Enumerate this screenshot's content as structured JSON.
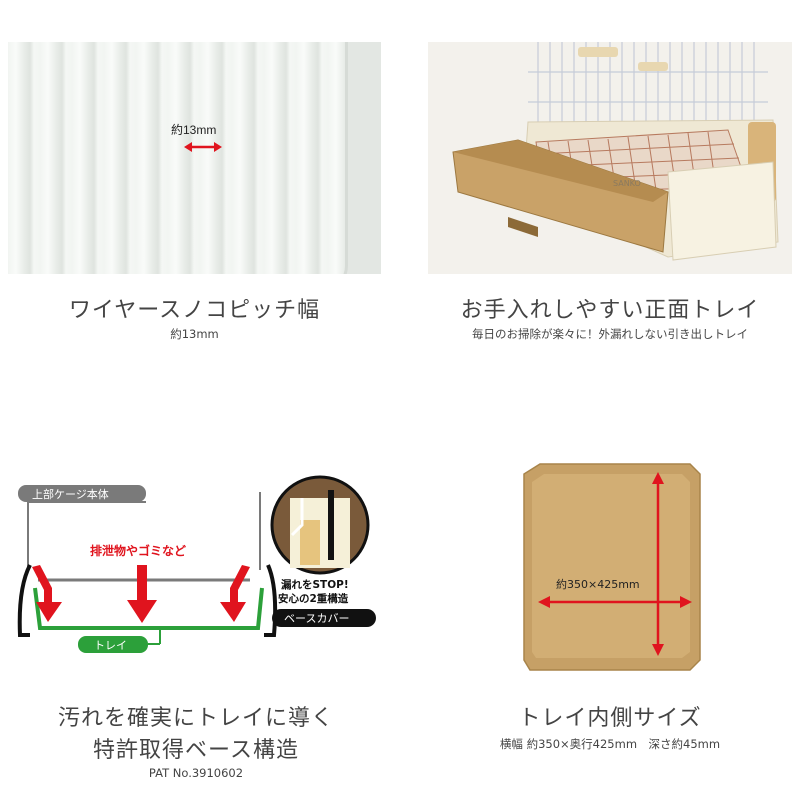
{
  "panel1": {
    "measure_label": "約13mm",
    "title": "ワイヤースノコピッチ幅",
    "subtitle": "約13mm"
  },
  "panel2": {
    "brand_text": "SANKO",
    "title": "お手入れしやすい正面トレイ",
    "subtitle": "毎日のお掃除が楽々に！外漏れしない引き出しトレイ"
  },
  "panel3": {
    "cage_label": "上部ケージ本体",
    "waste_label": "排泄物やゴミなど",
    "stop_label_line1": "漏れをSTOP!",
    "stop_label_line2": "安心の2重構造",
    "base_cover_label": "ベースカバー",
    "tray_label": "トレイ",
    "title_line1": "汚れを確実にトレイに導く",
    "title_line2": "特許取得ベース構造",
    "patent": "PAT No.3910602"
  },
  "panel4": {
    "size_label": "約350×425mm",
    "title": "トレイ内側サイズ",
    "subtitle": "横幅 約350×奥行425mm　深さ約45mm"
  },
  "colors": {
    "red_arrow": "#e0141e",
    "tray_green": "#2ca03a",
    "tray_brown": "#c6a066",
    "caption_text": "#444444"
  }
}
